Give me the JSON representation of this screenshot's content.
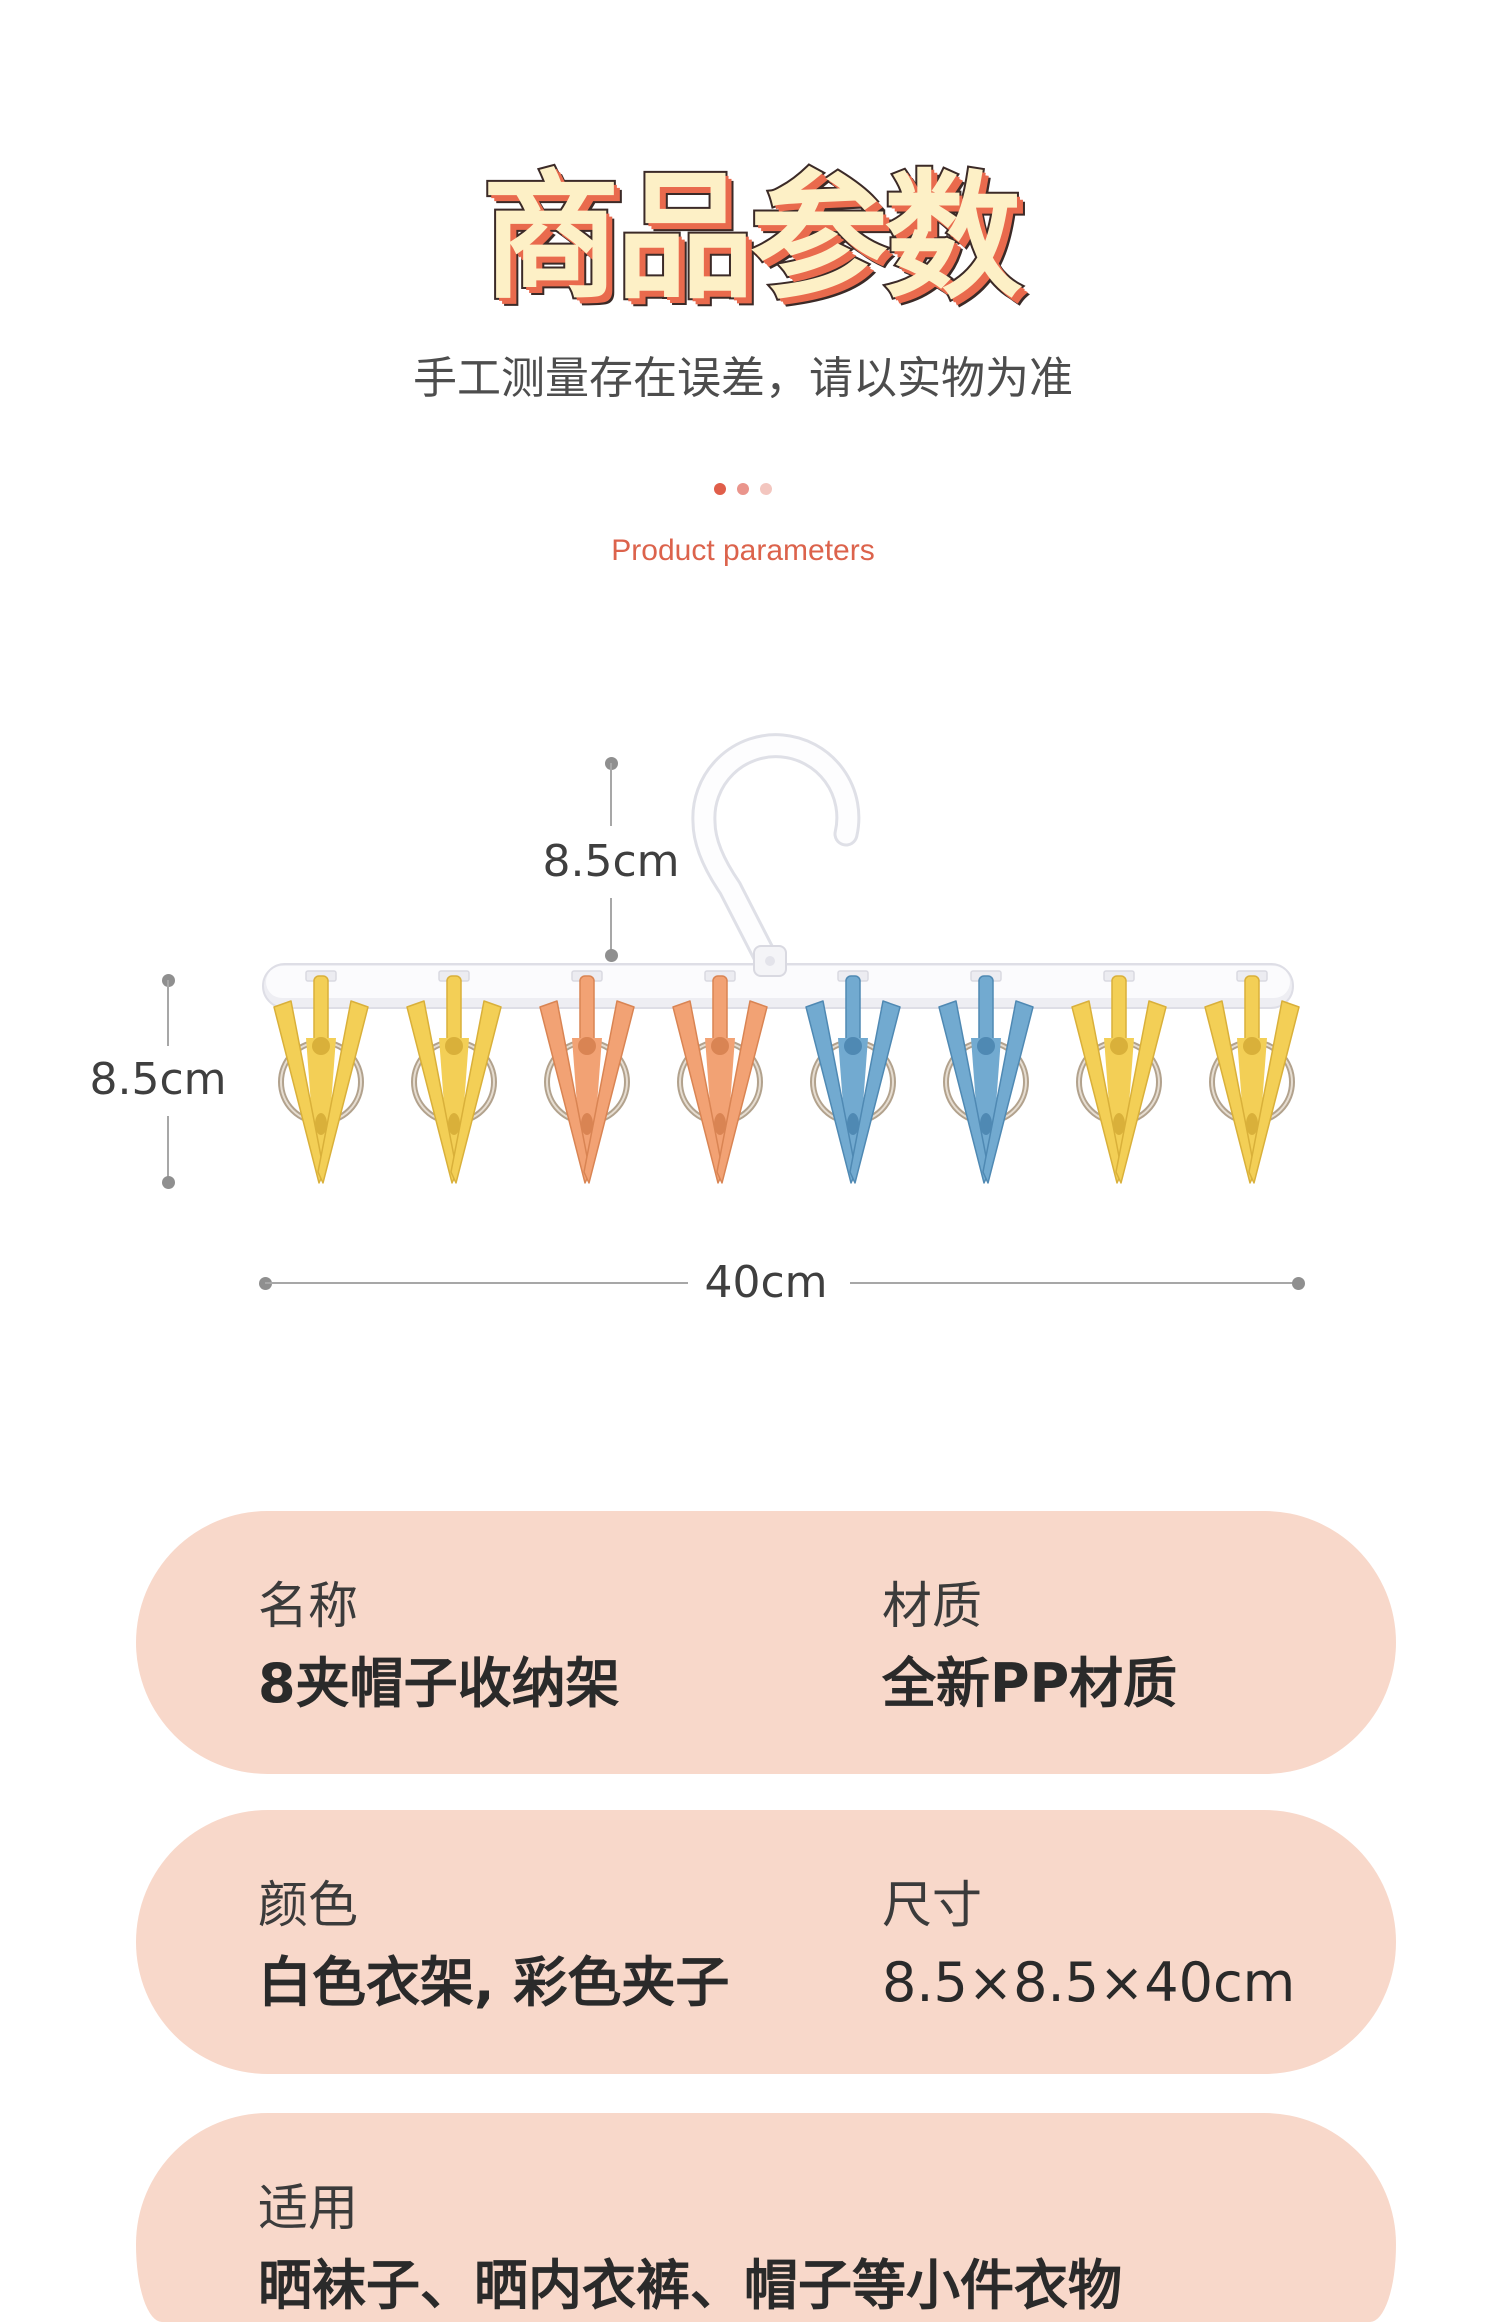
{
  "header": {
    "title": "商品参数",
    "subtitle": "手工测量存在误差，请以实物为准",
    "subtitle_en": "Product parameters"
  },
  "dimensions": {
    "hook_height": "8.5cm",
    "clip_height": "8.5cm",
    "total_width": "40cm"
  },
  "hanger": {
    "frame_color": "#fbfbfd",
    "ring_color": "#b2a28d",
    "clip_colors": [
      "#f3cf56",
      "#f3cf56",
      "#f2a274",
      "#f2a274",
      "#72aad0",
      "#72aad0",
      "#f3cf56",
      "#f3cf56"
    ],
    "clip_shade_colors": [
      "#d9b03a",
      "#d9b03a",
      "#d98453",
      "#d98453",
      "#4f89b3",
      "#4f89b3",
      "#d9b03a",
      "#d9b03a"
    ]
  },
  "params": {
    "name": {
      "label": "名称",
      "value": "8夹帽子收纳架"
    },
    "material": {
      "label": "材质",
      "value": "全新PP材质"
    },
    "color": {
      "label": "颜色",
      "value": "白色衣架, 彩色夹子"
    },
    "size": {
      "label": "尺寸",
      "value": "8.5×8.5×40cm"
    },
    "usage": {
      "label": "适用",
      "value": "晒袜子、晒内衣裤、帽子等小件衣物"
    }
  },
  "colors": {
    "accent": "#dc634c",
    "card_bg": "#f8d8ca",
    "title_fill": "#fdf0c6",
    "title_outline": "#3b2a27",
    "title_shadow": "#e96a4d",
    "dot_colors": [
      "#e05e4a",
      "#ea958c",
      "#f3c6bf"
    ]
  }
}
